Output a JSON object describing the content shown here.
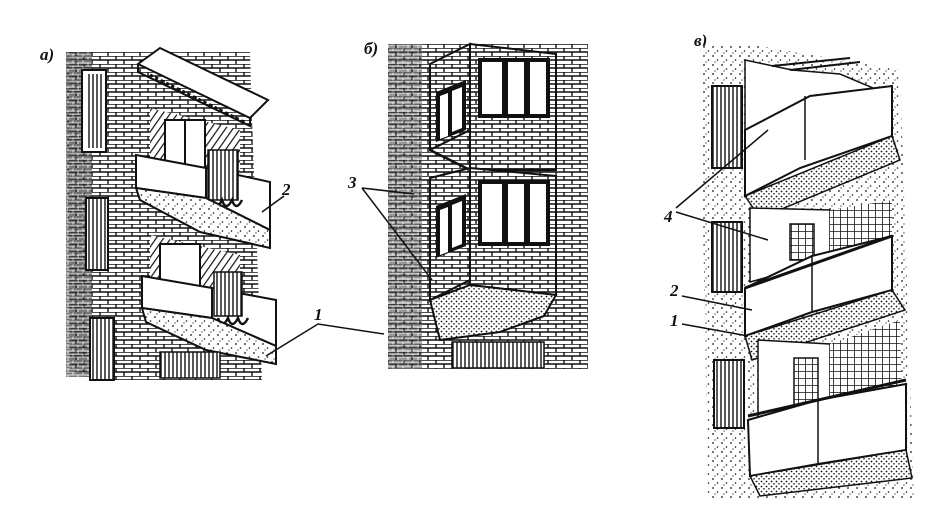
{
  "panels": [
    {
      "id": "a",
      "label": "а)"
    },
    {
      "id": "b",
      "label": "б)"
    },
    {
      "id": "c",
      "label": "в)"
    }
  ],
  "callouts": {
    "a": [
      "2",
      "1"
    ],
    "b": [
      "3"
    ],
    "c": [
      "4",
      "2",
      "1"
    ]
  },
  "colors": {
    "ink": "#111111",
    "paper": "#ffffff"
  }
}
